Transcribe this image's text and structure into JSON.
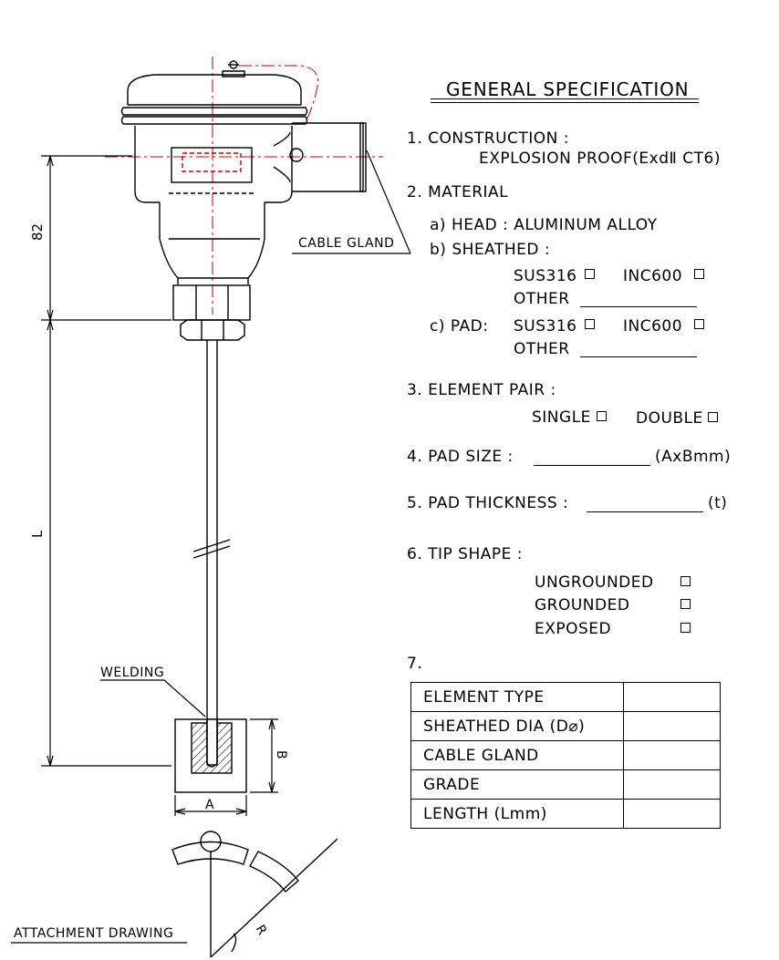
{
  "drawing": {
    "dim_82": "82",
    "dim_L": "L",
    "dim_A": "A",
    "dim_B": "B",
    "dim_R": "R",
    "cable_gland_label": "CABLE GLAND",
    "welding_label": "WELDING",
    "attachment_label": "ATTACHMENT DRAWING"
  },
  "spec": {
    "title": "GENERAL SPECIFICATION",
    "construction": {
      "heading": "1. CONSTRUCTION :",
      "value": "EXPLOSION PROOF(ExdⅡ CT6)"
    },
    "material": {
      "heading": "2. MATERIAL",
      "head": "a) HEAD : ALUMINUM ALLOY",
      "sheathed": "b) SHEATHED :",
      "sheathed_opt1": "SUS316",
      "sheathed_opt2": "INC600",
      "sheathed_other": "OTHER",
      "pad": "c) PAD:",
      "pad_opt1": "SUS316",
      "pad_opt2": "INC600",
      "pad_other": "OTHER"
    },
    "element_pair": {
      "heading": "3. ELEMENT PAIR :",
      "single": "SINGLE",
      "double": "DOUBLE"
    },
    "pad_size": {
      "heading": "4. PAD SIZE :",
      "unit": "(AxBmm)"
    },
    "pad_thickness": {
      "heading": "5. PAD THICKNESS :",
      "unit": "(t)"
    },
    "tip_shape": {
      "heading": "6. TIP SHAPE :",
      "opt1": "UNGROUNDED",
      "opt2": "GROUNDED",
      "opt3": "EXPOSED"
    },
    "item7": "7.",
    "table": [
      {
        "label": "ELEMENT TYPE",
        "value": ""
      },
      {
        "label": "SHEATHED DIA (D⌀)",
        "value": ""
      },
      {
        "label": "CABLE GLAND",
        "value": ""
      },
      {
        "label": "GRADE",
        "value": ""
      },
      {
        "label": "LENGTH (Lmm)",
        "value": ""
      }
    ]
  },
  "colors": {
    "line": "#000000",
    "centerline": "#cc0000"
  }
}
